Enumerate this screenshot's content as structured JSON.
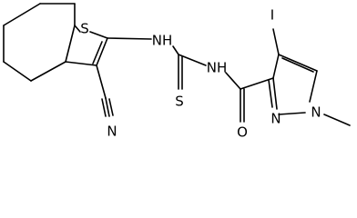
{
  "molecule": {
    "atoms": {
      "s_ring": "S",
      "nh_left": "NH",
      "s_thio": "S",
      "nh_right": "NH",
      "i": "I",
      "o": "O",
      "n_nitrile": "N",
      "n_pyrazole": "N",
      "n_methyl": "N"
    }
  }
}
